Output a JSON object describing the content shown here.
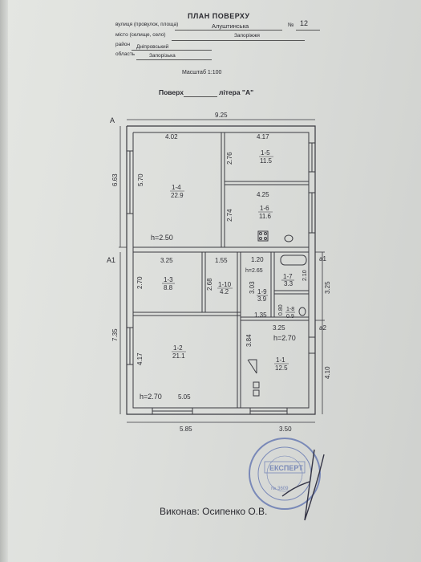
{
  "header": {
    "title": "ПЛАН ПОВЕРХУ",
    "street_label": "вулиця (провулок, площа)",
    "street_value": "Алуштинська",
    "house_label": "№",
    "house_value": "12",
    "city_label": "місто (селище, село)",
    "city_value": "Запоріжжя",
    "district_label": "район",
    "district_value": "Дніпровський",
    "region_label": "область",
    "region_value": "Запорізька"
  },
  "scale": "Масштаб 1:100",
  "floor_label": "Поверх",
  "letter_label": "літера \"А\"",
  "plan": {
    "axis_a": "А",
    "axis_a1": "А1",
    "axis_side_a1": "а1",
    "axis_side_a2": "а2",
    "dims": {
      "top_total": "9.25",
      "r14_width": "4.02",
      "r15_width": "4.17",
      "left_upper": "6.63",
      "r14_inner_height": "5.70",
      "r15_height": "2.76",
      "r16_width": "4.25",
      "r16_height": "2.74",
      "r13_width": "3.25",
      "r110_width": "1.55",
      "r19_width": "1.20",
      "r13_height": "2.70",
      "r110_height": "2.68",
      "r19_height": "3.03",
      "r17_height": "2.10",
      "right_mid": "3.25",
      "r18_width": "1.35",
      "r18_height": "0.80",
      "left_lower": "7.35",
      "r12_height": "4.17",
      "r12_width": "5.05",
      "r11_width": "3.25",
      "r11_height": "3.84",
      "right_lower": "4.10",
      "bottom_left": "5.85",
      "bottom_right": "3.50"
    },
    "heights": {
      "upper": "h=2.50",
      "corridor": "h=2.65",
      "lower_left": "h=2.70",
      "lower_right": "h=2.70"
    },
    "rooms": [
      {
        "id": "1-4",
        "area": "22.9"
      },
      {
        "id": "1-5",
        "area": "11.5"
      },
      {
        "id": "1-6",
        "area": "11.6"
      },
      {
        "id": "1-3",
        "area": "8.8"
      },
      {
        "id": "1-10",
        "area": "4.2"
      },
      {
        "id": "1-9",
        "area": "3.9"
      },
      {
        "id": "1-7",
        "area": "3.3"
      },
      {
        "id": "1-8",
        "area": "0.9"
      },
      {
        "id": "1-2",
        "area": "21.1"
      },
      {
        "id": "1-1",
        "area": "12.5"
      }
    ]
  },
  "stamp": {
    "expert": "ЕКСПЕРТ"
  },
  "signature": "Виконав: Осипенко О.В.",
  "colors": {
    "ink": "#2d2d33",
    "stamp": "#5b6fae",
    "paper": "#e0e2de"
  }
}
